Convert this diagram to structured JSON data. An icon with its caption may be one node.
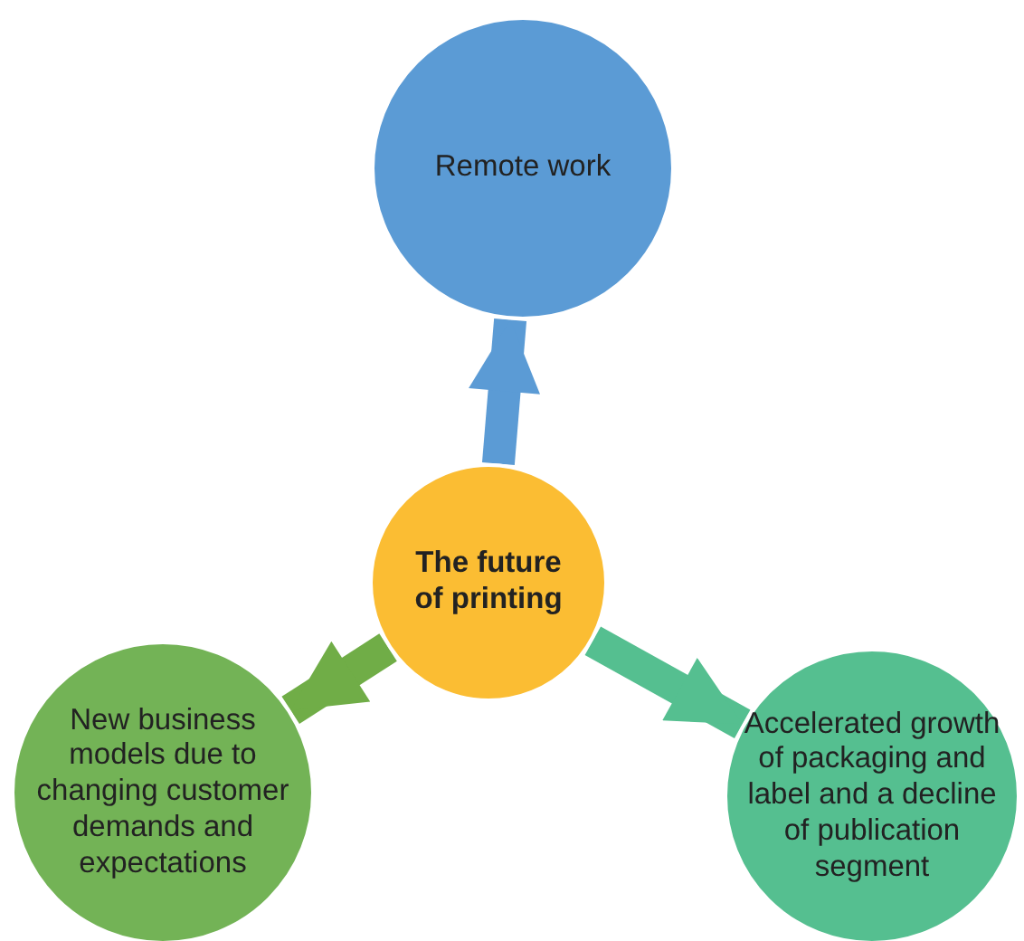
{
  "diagram": {
    "nodes": [
      {
        "text": [
          "The future of printing"
        ]
      },
      {
        "text": [
          "Remote work"
        ]
      },
      {
        "text": [
          "New business models due to changing customer demands and expectations"
        ]
      },
      {
        "text": [
          "Accelerated growth of packaging and label and a decline of publication segment"
        ]
      }
    ],
    "edges": [
      {
        "from": 0,
        "to": 1,
        "arrow": "to",
        "color": "#5b9bd5"
      },
      {
        "from": 0,
        "to": 2,
        "arrow": "to",
        "color": "#70ad47"
      },
      {
        "from": 0,
        "to": 3,
        "arrow": "to",
        "color": "#55bf90"
      }
    ]
  }
}
